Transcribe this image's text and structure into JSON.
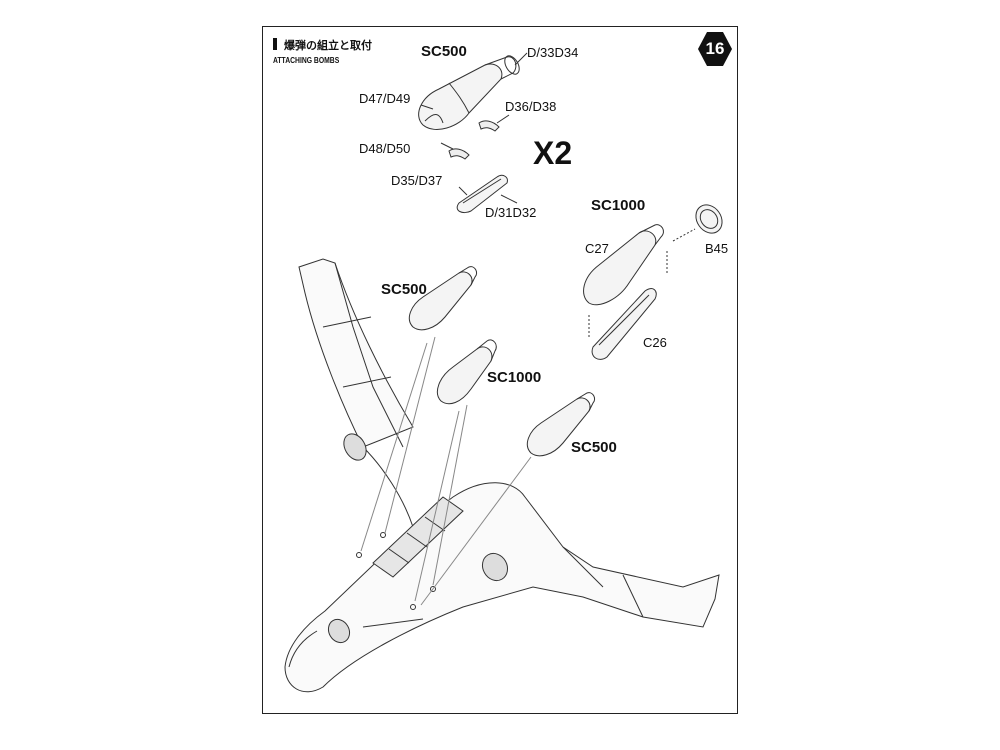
{
  "header": {
    "title_ja": "爆弾の組立と取付",
    "subtitle": "ATTACHING BOMBS",
    "step_number": "16"
  },
  "labels": {
    "sc500_top": "SC500",
    "d33d34": "D/33D34",
    "d47d49": "D47/D49",
    "d36d38": "D36/D38",
    "d48d50": "D48/D50",
    "d35d37": "D35/D37",
    "d31d32": "D/31D32",
    "multiplier": "X2",
    "sc1000_top": "SC1000",
    "c27": "C27",
    "b45": "B45",
    "c26": "C26",
    "sc500_left": "SC500",
    "sc1000_mid": "SC1000",
    "sc500_right": "SC500"
  }
}
